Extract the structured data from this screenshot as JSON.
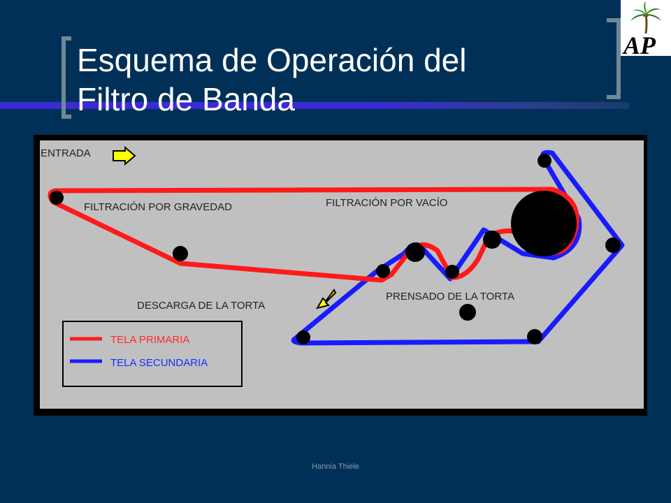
{
  "slide": {
    "title_line1": "Esquema de Operación del",
    "title_line2": "Filtro de Banda",
    "footer": "Hannia  Thiele"
  },
  "logo": {
    "text": "AP",
    "icon": "palm-tree-icon"
  },
  "diagram": {
    "labels": {
      "entrada": "ENTRADA",
      "filtracion_gravedad": "FILTRACIÓN POR GRAVEDAD",
      "filtracion_vacio": "FILTRACIÓN POR VACÍO",
      "descarga": "DESCARGA DE LA TORTA",
      "prensado": "PRENSADO DE LA TORTA"
    },
    "legend": {
      "primary": "TELA PRIMARIA",
      "secondary": "TELA SECUNDARIA"
    },
    "colors": {
      "background": "#c0c0c0",
      "primary": "#ff1a1a",
      "secondary": "#1a1aff",
      "arrow": "#ffff00",
      "roller": "#000000"
    }
  }
}
